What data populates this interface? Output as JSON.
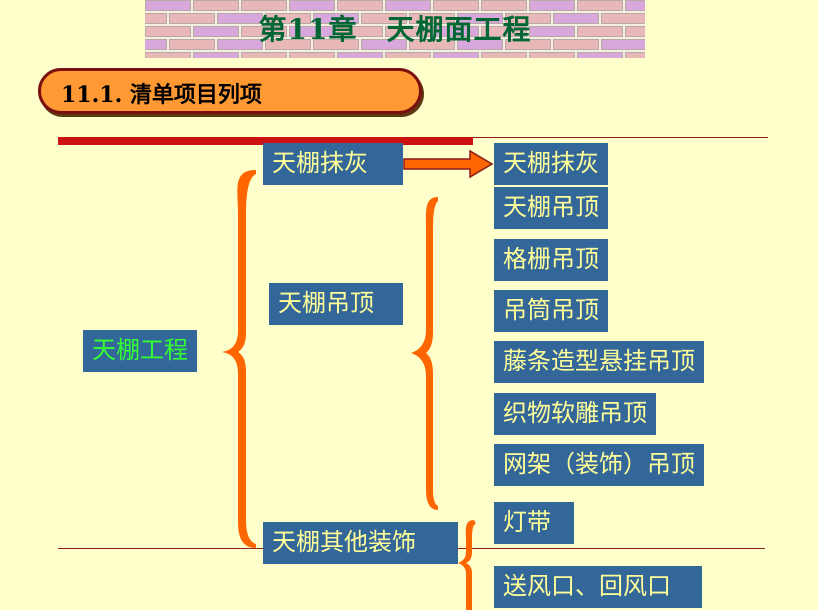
{
  "title": "第11章　天棚面工程",
  "section": "11.1. 清单项目列项",
  "tree": {
    "root": "天棚工程",
    "level1": [
      "天棚抹灰",
      "天棚吊顶",
      "天棚其他装饰"
    ],
    "plaster_items": [
      "天棚抹灰"
    ],
    "ceiling_items": [
      "天棚吊顶",
      "格栅吊顶",
      "吊筒吊顶",
      "藤条造型悬挂吊顶",
      "织物软雕吊顶",
      "网架（装饰）吊顶"
    ],
    "other_items": [
      "灯带",
      "送风口、回风口"
    ]
  },
  "colors": {
    "background": "#ffffcc",
    "box_fill": "#336699",
    "box_text": "#ffff99",
    "root_text": "#33ff33",
    "brace": "#ff6600",
    "title_text": "#006633",
    "pill_fill": "#ff9933",
    "red_bar": "#cc1111"
  }
}
